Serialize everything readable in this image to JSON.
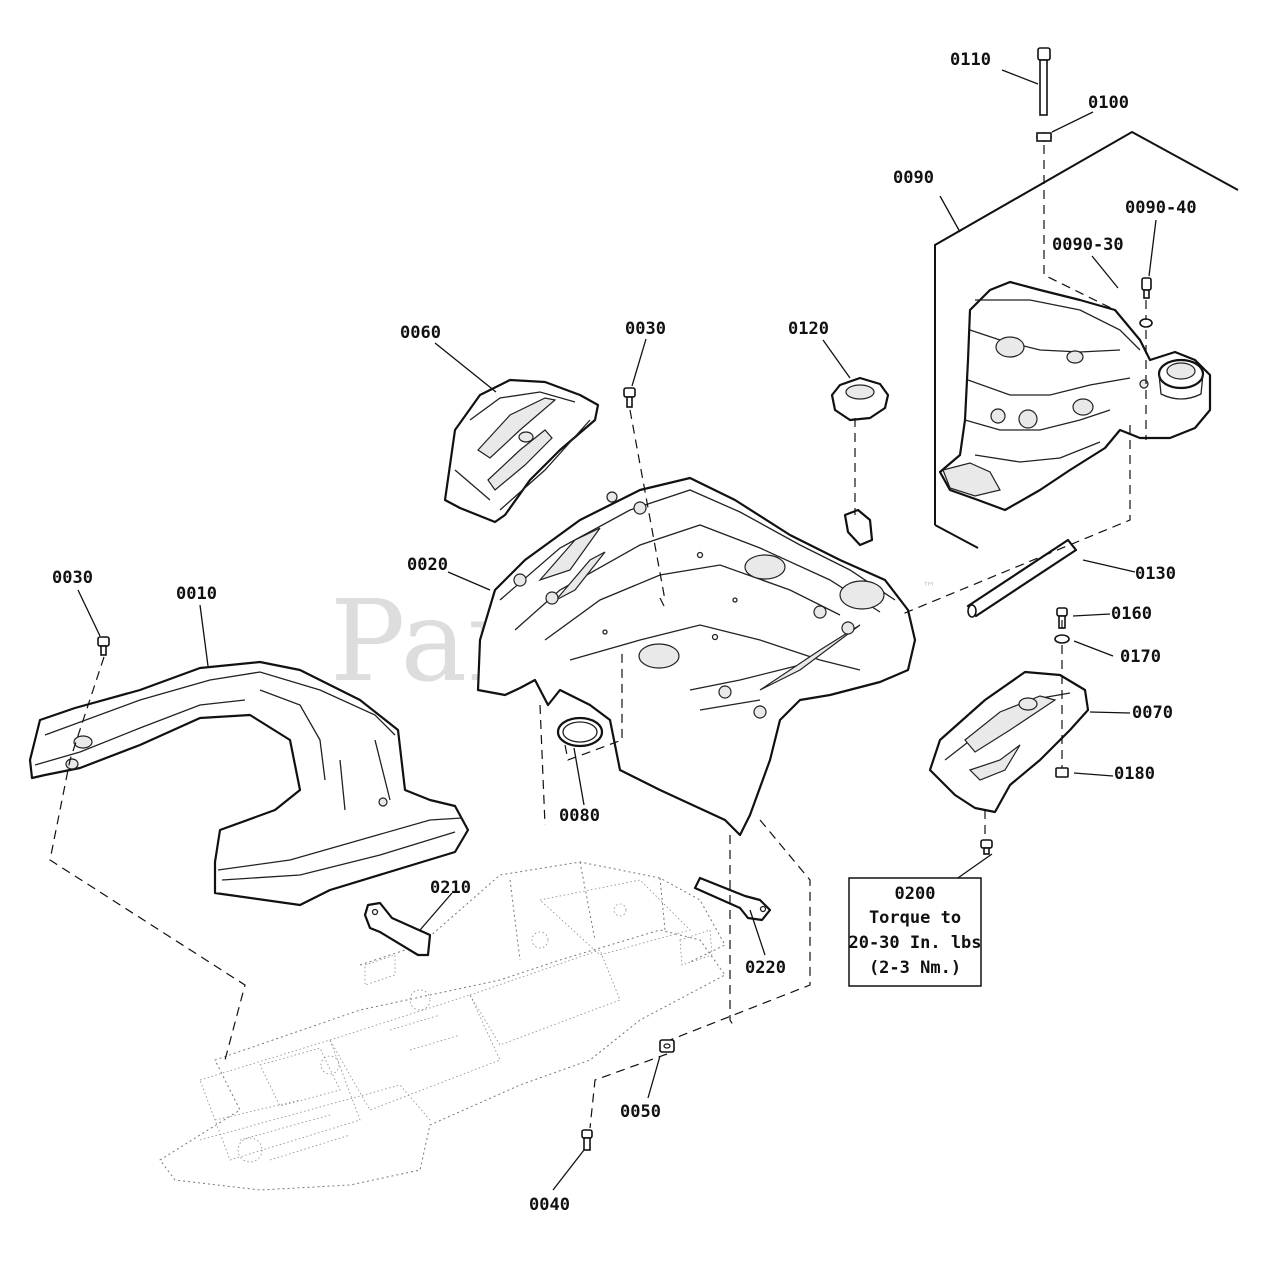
{
  "watermark": {
    "text": "PartsTree",
    "trademark": "™"
  },
  "callouts": {
    "c0110": "0110",
    "c0100": "0100",
    "c0090": "0090",
    "c0090_40": "0090-40",
    "c0090_30": "0090-30",
    "c0060": "0060",
    "c0030_top": "0030",
    "c0120": "0120",
    "c0020": "0020",
    "c0130": "0130",
    "c0030_left": "0030",
    "c0010": "0010",
    "c0160": "0160",
    "c0170": "0170",
    "c0070": "0070",
    "c0180": "0180",
    "c0080": "0080",
    "c0210": "0210",
    "c0220": "0220",
    "c0200": "0200",
    "c0050": "0050",
    "c0040": "0040"
  },
  "torque_note": {
    "line1": "Torque to",
    "line2": "20-30 In. lbs",
    "line3": "(2-3 Nm.)"
  }
}
